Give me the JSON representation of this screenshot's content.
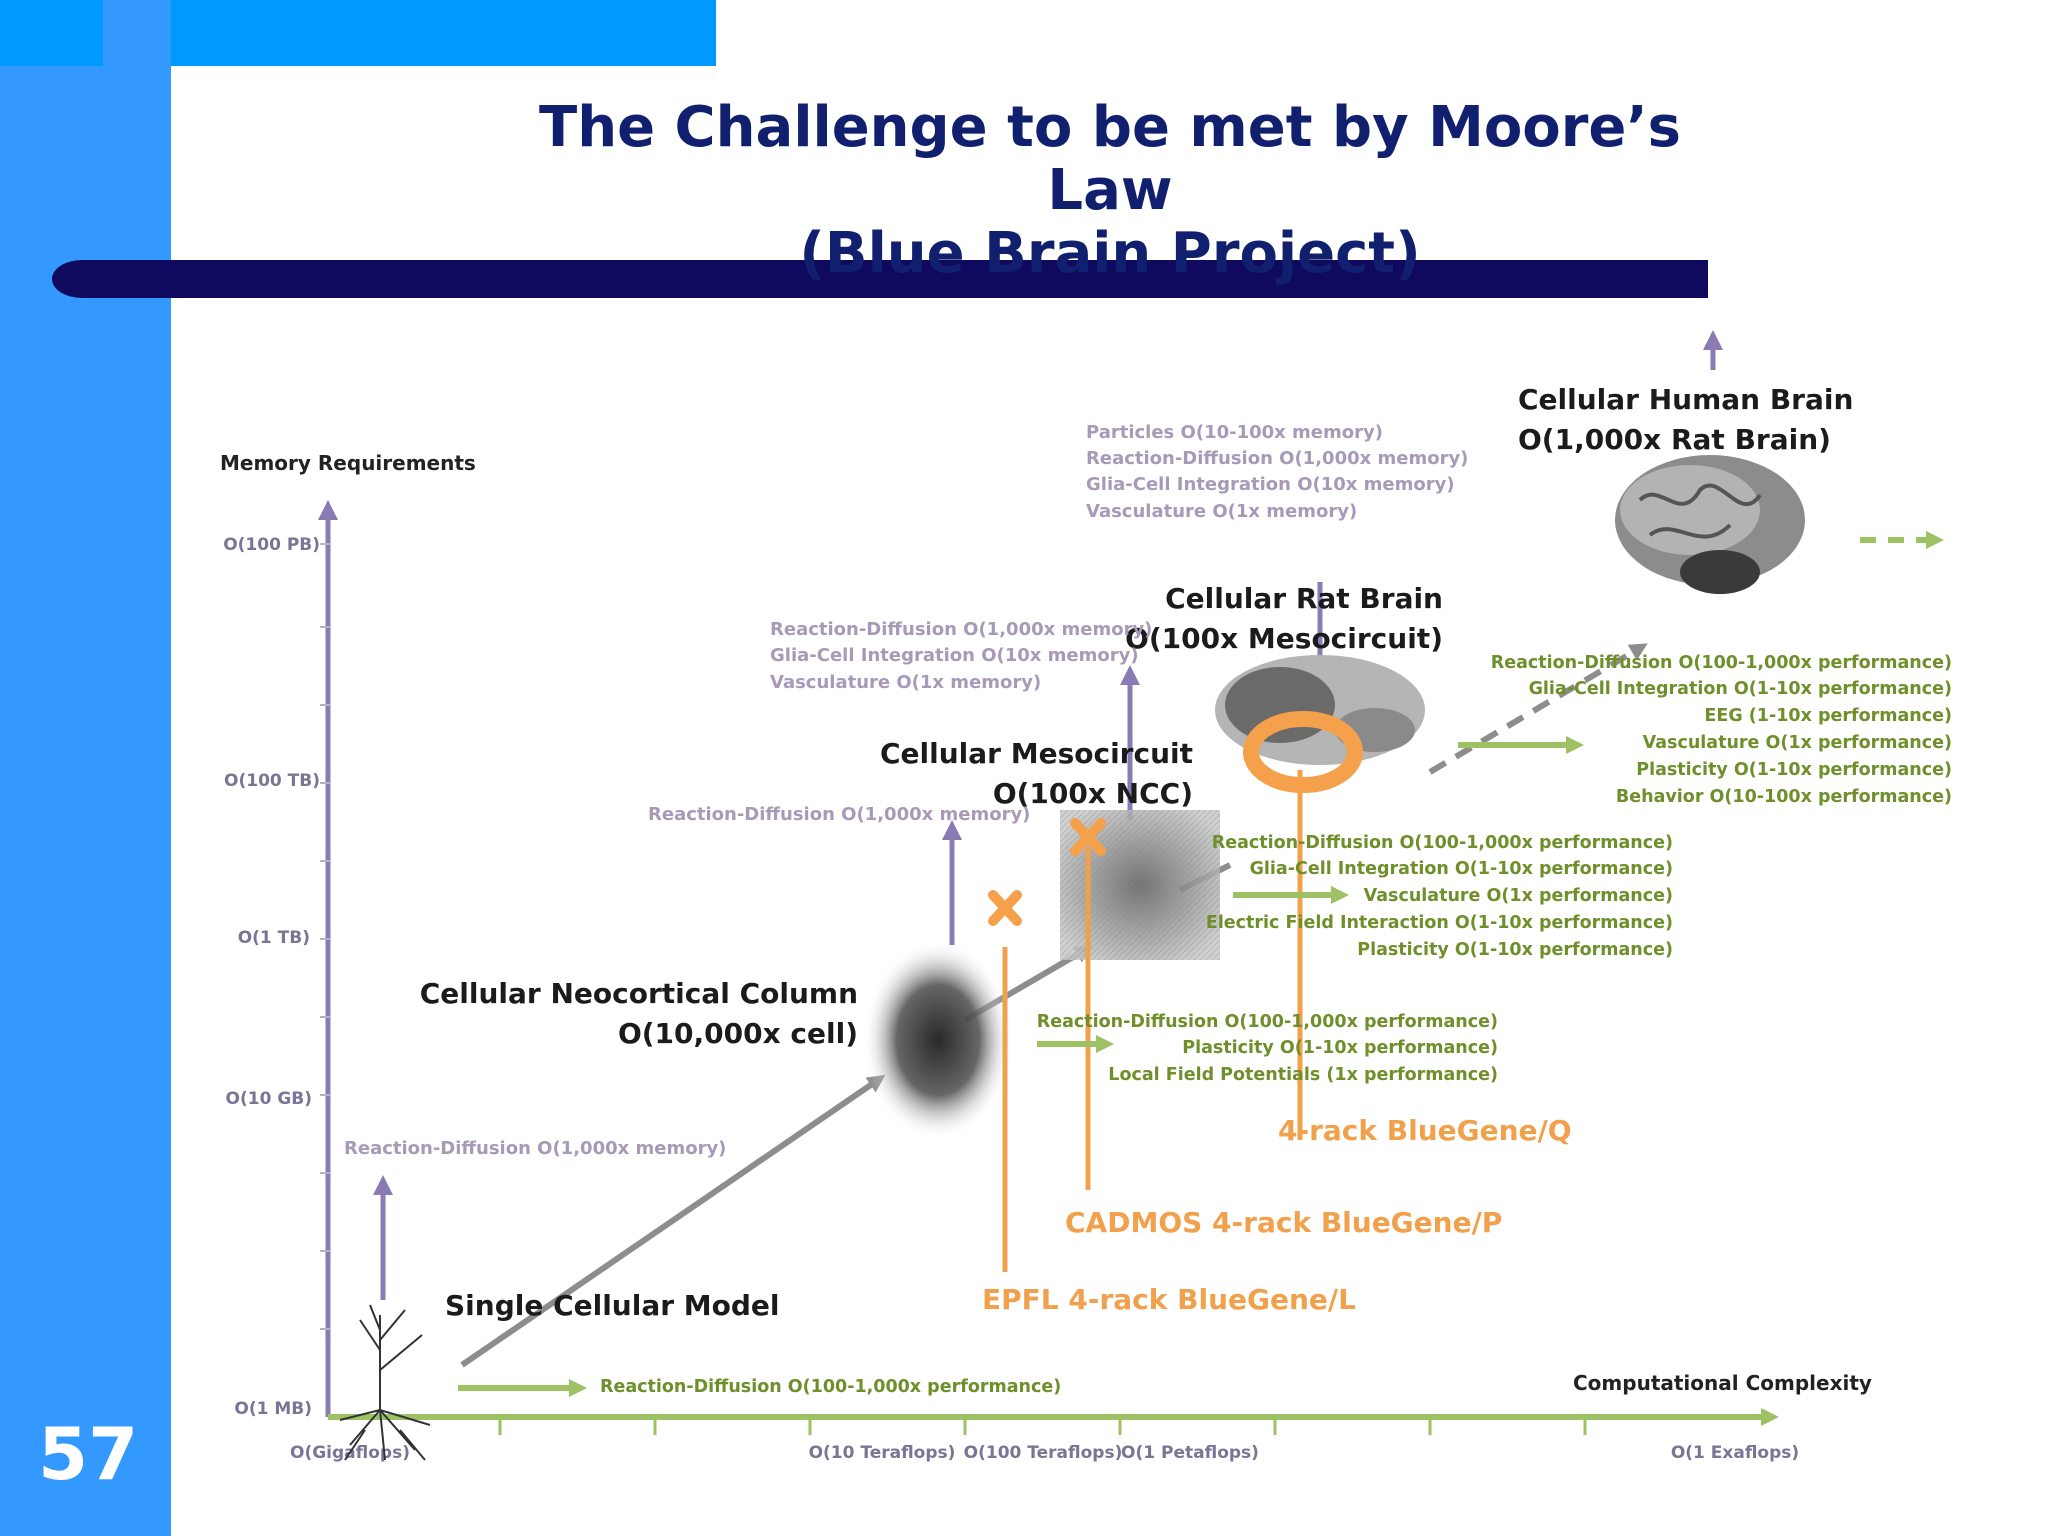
{
  "slide": {
    "title_line1": "The Challenge to be met by Moore’s Law",
    "title_line2": "(Blue Brain Project)",
    "number": "57"
  },
  "colors": {
    "left_band": "#3399ff",
    "title_rule": "#0f0a5e",
    "title_text": "#10206e",
    "memory_axis": "#8a7bb5",
    "performance_green": "#9dc163",
    "machine_orange": "#f1a04b"
  },
  "diagram": {
    "y_axis_title": "Memory Requirements",
    "x_axis_title": "Computational Complexity",
    "y_ticks": [
      "O(100 PB)",
      "O(100 TB)",
      "O(1 TB)",
      "O(10 GB)",
      "O(1 MB)"
    ],
    "x_ticks": [
      "O(Gigaflops)",
      "O(10 Teraflops)",
      "O(100 Teraflops)",
      "O(1 Petaflops)",
      "O(1 Exaflops)"
    ],
    "stages": {
      "single_cell": "Single Cellular Model",
      "ncc_line1": "Cellular Neocortical Column",
      "ncc_line2": "O(10,000x cell)",
      "meso_line1": "Cellular Mesocircuit",
      "meso_line2": "O(100x NCC)",
      "rat_line1": "Cellular Rat Brain",
      "rat_line2": "O(100x Mesocircuit)",
      "human_line1": "Cellular Human Brain",
      "human_line2": "O(1,000x Rat Brain)"
    },
    "memory_notes": {
      "single": "Reaction-Diffusion O(1,000x memory)",
      "ncc": "Reaction-Diffusion O(1,000x memory)",
      "meso": [
        "Reaction-Diffusion O(1,000x memory)",
        "Glia-Cell Integration O(10x memory)",
        "Vasculature O(1x memory)"
      ],
      "rat": [
        "Particles O(10-100x memory)",
        "Reaction-Diffusion O(1,000x memory)",
        "Glia-Cell Integration O(10x memory)",
        "Vasculature O(1x memory)"
      ]
    },
    "performance_notes": {
      "single": "Reaction-Diffusion O(100-1,000x performance)",
      "ncc": [
        "Reaction-Diffusion O(100-1,000x performance)",
        "Plasticity O(1-10x performance)",
        "Local Field Potentials (1x performance)"
      ],
      "meso": [
        "Reaction-Diffusion O(100-1,000x performance)",
        "Glia-Cell Integration O(1-10x performance)",
        "Vasculature O(1x performance)",
        "Electric Field Interaction O(1-10x performance)",
        "Plasticity O(1-10x performance)"
      ],
      "rat": [
        "Reaction-Diffusion O(100-1,000x performance)",
        "Glia-Cell Integration O(1-10x performance)",
        "EEG (1-10x performance)",
        "Vasculature O(1x performance)",
        "Plasticity O(1-10x performance)",
        "Behavior O(10-100x performance)"
      ]
    },
    "machines": {
      "bg_l": "EPFL 4-rack BlueGene/L",
      "bg_p": "CADMOS 4-rack BlueGene/P",
      "bg_q": "4-rack BlueGene/Q"
    }
  }
}
